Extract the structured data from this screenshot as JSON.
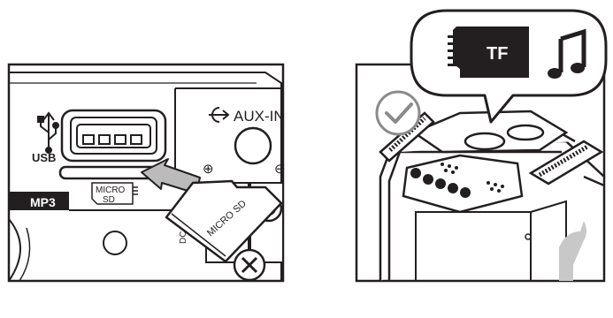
{
  "left_panel": {
    "usb_label": "USB",
    "aux_label": "AUX-IN",
    "mp3_badge": "MP3",
    "slot_label_line1": "MICRO",
    "slot_label_line2": "SD",
    "card_label": "MICRO SD",
    "dc_label": "DC",
    "plus_symbol": "⊕",
    "minus_symbol": "⊖"
  },
  "right_panel": {
    "bubble_tf_label": "TF",
    "bubble_music_glyph": "♫"
  },
  "colors": {
    "line": "#231f20",
    "fill_light": "#ffffff",
    "fill_dark": "#231f20",
    "check_gray": "#8a8a8a"
  }
}
